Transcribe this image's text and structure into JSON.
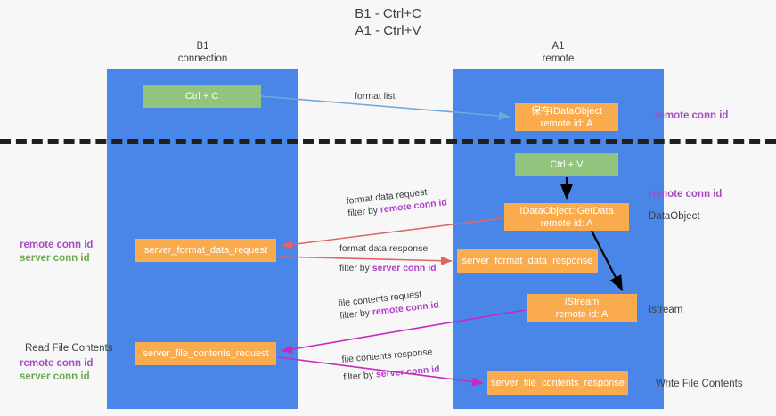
{
  "title": {
    "line1": "B1 - Ctrl+C",
    "line2": "A1 - Ctrl+V"
  },
  "columns": {
    "left": {
      "name": "B1",
      "role": "connection"
    },
    "right": {
      "name": "A1",
      "role": "remote"
    }
  },
  "colors": {
    "lane": "#4a86e8",
    "green_node": "#93c47d",
    "orange_node": "#f9ab4e",
    "purple_text": "#a64dbf",
    "green_text": "#6aa84f",
    "divider": "#202020",
    "arrow_blue": "#6fa8dc",
    "arrow_red": "#e06666",
    "arrow_magenta": "#c72bbd",
    "arrow_black": "#000000",
    "background": "#f7f7f7"
  },
  "nodes": {
    "ctrl_c": "Ctrl + C",
    "dataobject_store": {
      "line1": "保存IDataObject",
      "line2": "remote id: A"
    },
    "ctrl_v": "Ctrl + V",
    "getdata": {
      "line1": "IDataObject::GetData",
      "line2": "remote id: A"
    },
    "server_format_data_request": "server_format_data_request",
    "server_format_data_response": "server_format_data_response",
    "istream": {
      "line1": "IStream",
      "line2": "remote id: A"
    },
    "server_file_contents_request": "server_file_contents_request",
    "server_file_contents_response": "server_file_contents_response"
  },
  "side_labels": {
    "dataobject": "DataObject",
    "istream": "Istream",
    "write_file_contents": "Write File Contents",
    "read_file_contents": "Read File Contents"
  },
  "conn_ids": {
    "remote": "remote conn id",
    "server": "server conn id"
  },
  "edges": {
    "format_list": "format list",
    "format_data_request": "format data request",
    "format_data_request_filter_prefix": "filter by ",
    "format_data_response": "format data response",
    "format_data_response_filter_prefix": "filter by ",
    "file_contents_request": "file contents request",
    "file_contents_request_filter_prefix": "filter by ",
    "file_contents_response": "file contents response",
    "file_contents_response_filter_prefix": "filter by "
  }
}
